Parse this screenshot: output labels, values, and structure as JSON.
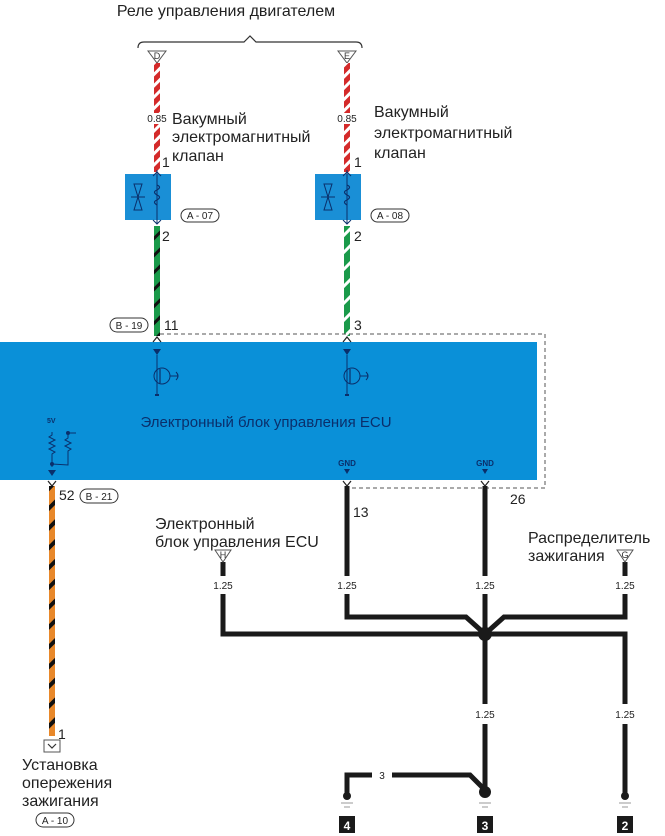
{
  "title": "Реле управления двигателем",
  "relay_terminals": {
    "left": "D",
    "right": "E"
  },
  "wire_gauges": {
    "relay_left": "0.85",
    "relay_right": "0.85",
    "ground_h": "1.25",
    "ground_13": "1.25",
    "ground_26": "1.25",
    "ground_g": "1.25",
    "ground_3_down": "1.25",
    "ground_2_down": "1.25",
    "ground_4_link": "3"
  },
  "valve_left": {
    "label_line1": "Вакумный",
    "label_line2": "электромагнитный",
    "label_line3": "клапан",
    "pin_top": "1",
    "pin_bottom": "2",
    "connector": "A - 07"
  },
  "valve_right": {
    "label_line1": "Вакумный",
    "label_line2": "электромагнитный",
    "label_line3": "клапан",
    "pin_top": "1",
    "pin_bottom": "2",
    "connector": "A - 08"
  },
  "ecu": {
    "title": "Электронный блок управления ECU",
    "connector_top": "B - 19",
    "pin_11": "11",
    "pin_3": "3",
    "connector_bottom": "B - 21",
    "pin_52": "52",
    "pin_13": "13",
    "pin_26": "26",
    "gnd_left": "GND",
    "gnd_right": "GND",
    "supply": "5V"
  },
  "ecu_ground_ref": {
    "label_line1": "Электронный",
    "label_line2": "блок управления ECU",
    "terminal": "H"
  },
  "distributor": {
    "label_line1": "Распределитель",
    "label_line2": "зажигания",
    "terminal": "G"
  },
  "timing": {
    "label_line1": "Установка",
    "label_line2": "опережения",
    "label_line3": "зажигания",
    "pin": "1",
    "connector": "A - 10"
  },
  "grounds": [
    "4",
    "3",
    "2"
  ],
  "colors": {
    "ecu_fill": "#0a90d8",
    "valve_fill": "#1a8fd6",
    "wire_red": "#d42a2a",
    "wire_green": "#1a9a4a",
    "wire_orange": "#e8882a",
    "wire_black": "#1a1a1a",
    "dark_blue": "#0a2f6b"
  }
}
